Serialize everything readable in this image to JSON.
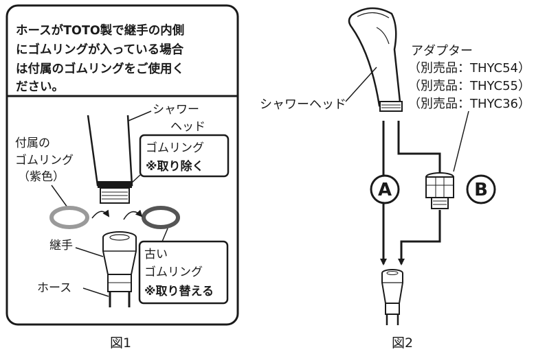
{
  "figure1": {
    "note_lines": [
      "ホースがTOTO製で継手の内側",
      "にゴムリングが入っている場合",
      "は付属のゴムリングをご使用く",
      "ださい。"
    ],
    "shower_head_label": [
      "シャワー",
      "ヘッド"
    ],
    "included_ring_label": [
      "付属の",
      "ゴムリング",
      "（紫色）"
    ],
    "remove_box": [
      "ゴムリング",
      "※取り除く"
    ],
    "joint_label": "継手",
    "hose_label": "ホース",
    "replace_box": [
      "古い",
      "ゴムリング",
      "※取り替える"
    ],
    "caption": "図1"
  },
  "figure2": {
    "shower_head_label": "シャワーヘッド",
    "adapter_label": "アダプター",
    "adapter_parts": [
      "（別売品：THYC54）",
      "（別売品：THYC55）",
      "（別売品：THYC36）"
    ],
    "route_a": "A",
    "route_b": "B",
    "caption": "図2"
  },
  "colors": {
    "ink": "#1a1a1a",
    "ring_included": "#9a9a9a",
    "ring_old": "#555555"
  }
}
